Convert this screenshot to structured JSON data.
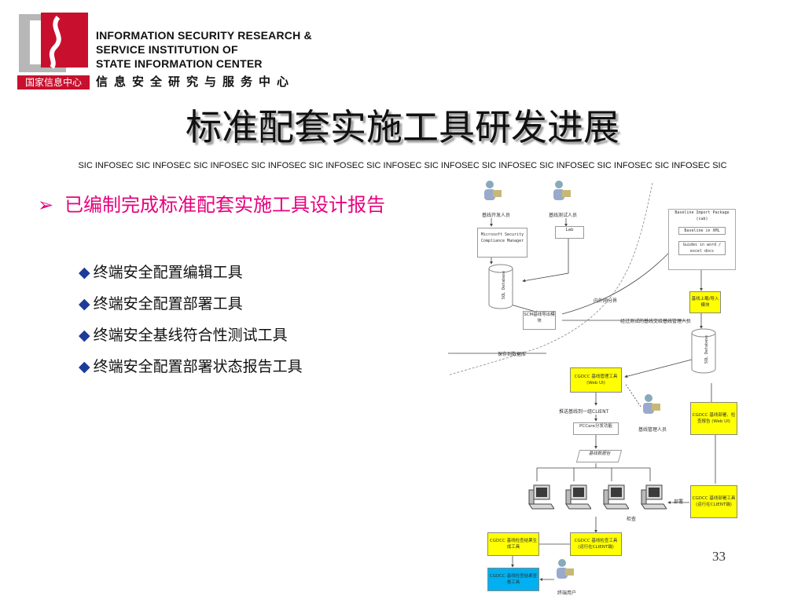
{
  "header": {
    "org_en": [
      "INFORMATION SECURITY RESEARCH &",
      "SERVICE INSTITUTION OF",
      "STATE INFORMATION CENTER"
    ],
    "org_cn": "信息安全研究与服务中心",
    "logo_cn": "国家信息中心"
  },
  "title": "标准配套实施工具研发进展",
  "banner": "SIC INFOSEC   SIC INFOSEC SIC INFOSEC   SIC INFOSEC SIC INFOSEC   SIC INFOSEC SIC INFOSEC   SIC INFOSEC SIC INFOSEC SIC INFOSEC SIC INFOSEC SIC",
  "bullet_main": "已编制完成标准配套实施工具设计报告",
  "bullets_sub": [
    "终端安全配置编辑工具",
    "终端安全配置部署工具",
    "终端安全基线符合性测试工具",
    "终端安全配置部署状态报告工具"
  ],
  "page_number": "33",
  "colors": {
    "accent_pink": "#e8007d",
    "logo_red": "#c8102e",
    "diamond_blue": "#1f3b99",
    "box_yellow": "#ffff00",
    "box_blue": "#00b0f0"
  },
  "diagram": {
    "person_dev": "基线开发人员",
    "person_test": "基线测试人员",
    "scm_box": "Microsoft Security Compliance Manager",
    "lab": "Lab",
    "sql1": "SQL Database",
    "sql2": "SQL Database",
    "baseline_pkg": "Baseline Import Package (cab)",
    "baseline_xml": "Baseline in XML",
    "guides": "Guides in word / excel docs",
    "upload_module": "基线上载/导入模块",
    "intranet": "内外网分界",
    "scm_export": "SCM基线导出模块",
    "tested_baseline": "经过测试的基线交给基线管理人员",
    "save_db": "保存到数据库",
    "cgdcc_web": "CGDCC 基线管理工具 (Web UI)",
    "push_client": "推送基线到一组CLIENT",
    "pccare": "PCCare分发功能",
    "mgr_person": "基线管理人员",
    "cgdcc_report": "CGDCC 基线部署、检查报告 (Web UI)",
    "baseline_pack": "基线数据包",
    "deploy": "部署",
    "check": "检查",
    "cgdcc_deploy": "CGDCC 基线部署工具 (运行在CLIENT端)",
    "cgdcc_result": "CGDCC 基线检查结果生成工具",
    "cgdcc_check": "CGDCC 基线检查工具 (运行在CLIENT端)",
    "cgdcc_query": "CGDCC 基线检查结果查看工具",
    "end_user": "终端用户"
  }
}
